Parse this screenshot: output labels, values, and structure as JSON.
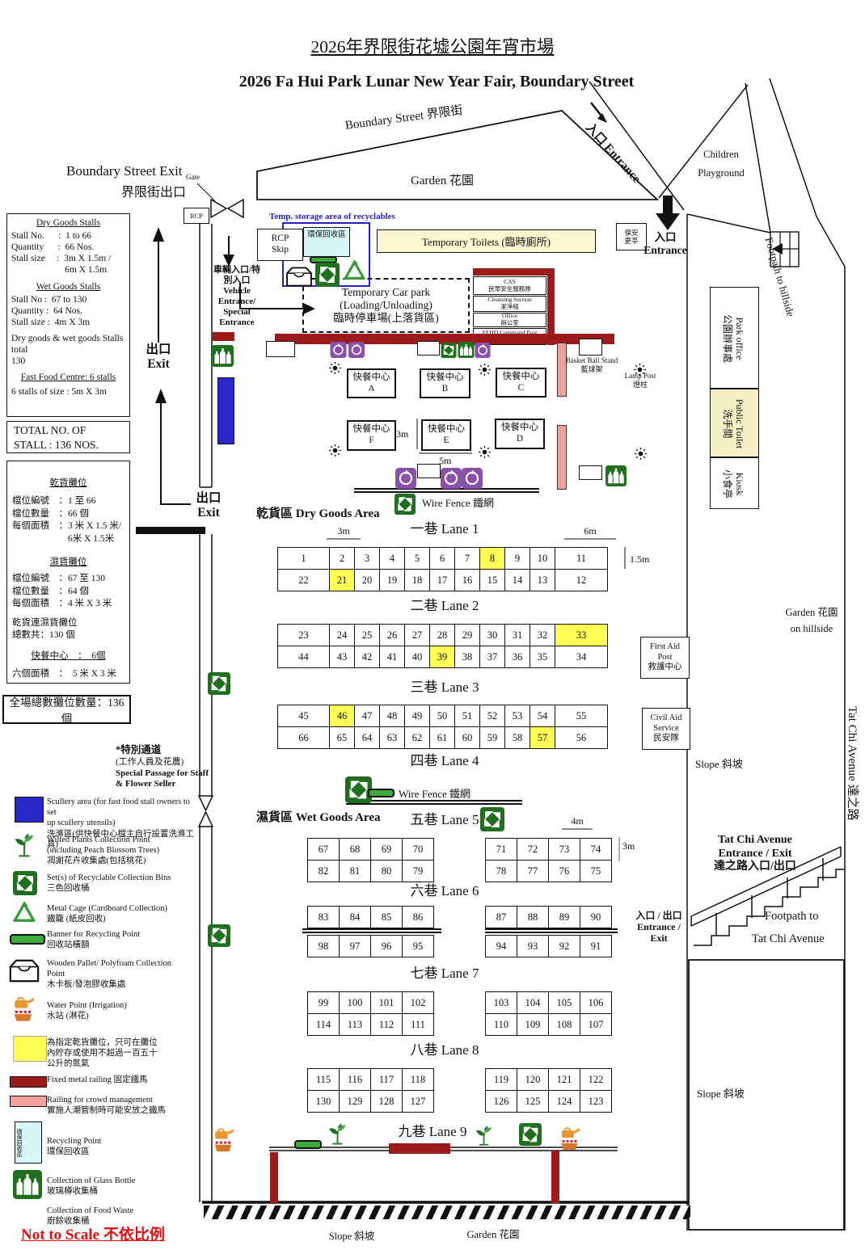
{
  "title": {
    "zh": "2026年界限街花墟公園年宵市場",
    "en": "2026 Fa Hui Park Lunar New Year Fair, Boundary Street"
  },
  "colors": {
    "maroon": "#9b1b1b",
    "pink": "#f2a09a",
    "stall_yellow": "#ffff55",
    "scullery_blue": "#2929c8",
    "blue_border": "#2222cc",
    "recycle_cyan": "#d8f8f8",
    "toilet_yellow": "#fbf6cd",
    "toilet_yellow2": "#f5f0c5",
    "icon_green": "#1f6f1f",
    "cage_green": "#3a9a3a",
    "banner_green": "#3aab3a",
    "purple": "#8a4fa8",
    "red_text": "#e01010"
  },
  "top": {
    "boundary_street": "Boundary Street 界限街",
    "garden": "Garden  花園",
    "entrance_diag": "入口 Entrance",
    "children_playground": "Children\nPlayground",
    "footpath_hillside": "Footpath to hillside",
    "boundary_exit_en": "Boundary Street Exit",
    "boundary_exit_zh": "界限街出口",
    "gate": "Gate",
    "rcp": "RCP",
    "temp_storage": "Temp. storage area of recyclables",
    "rcp_skip": "RCP\nSkip",
    "recycle_area": "環保回收區",
    "toilets": "Temporary Toilets (臨時廁所)",
    "security_booth": "保安\n更亭",
    "entrance_top": "入口\nEntrance",
    "vehicle_entrance": "車輛入口/特\n別入口\nVehicle\nEntrance/\nSpecial\nEntrance",
    "car_park": "Temporary Car park\n(Loading/Unloading)\n臨時停車場(上落貨區)",
    "cas": "CAS\n民眾安全服務隊",
    "cleansing": "Cleansing Section\n潔淨組",
    "office": "Office\n辦公室",
    "fehd": "FEHD Command Post\n食環署指揮中心",
    "basketball": "Basket Ball Stand\n藍球架",
    "lamp_post": "Lamp Post\n燈柱"
  },
  "left": {
    "exit": "出口\nExit",
    "exit2": "出口\nExit",
    "dry_title": "Dry Goods Stalls",
    "dry_body": "Stall No.      :  1 to 66\nQuantity      :  66 Nos.\nStall size     :  3m X 1.5m /\n                       6m X 1.5m",
    "wet_title": "Wet Goods Stalls",
    "wet_body": "Stall No :  67 to 130\nQuantity :  64 Nos.\nStall size :  4m X 3m",
    "mix_total": "Dry goods & wet goods Stalls total\n130",
    "ffc_title": "Fast Food Centre: 6 stalls",
    "ffc_body": "6 stalls of size : 5m X 3m",
    "total_box": "TOTAL NO. OF\nSTALL : 136 NOS.",
    "zh_dry_title": "乾貨攤位",
    "zh_dry_body": "檔位編號　：1 至 66\n檔位數量　：66 個\n每個面積　：3 米 X 1.5 米/\n　　　　　　6米 X 1.5米",
    "zh_wet_title": "濕貨攤位",
    "zh_wet_body": "檔位編號　：67 至 130\n檔位數量　：64 個\n每個面積　：4 米 X 3 米",
    "zh_mix": "乾貨連濕貨攤位\n總數共：130 個",
    "zh_ffc_title": "快餐中心　：　6個",
    "zh_ffc_body": "六個面積　：　5 米 X 3 米",
    "grand_total": "全場總數攤位數量：136 個",
    "sp_l1": "*特別通道",
    "sp_l2": "(工作人員及花農)",
    "sp_l3": "Special Passage for Staff\n& Flower Seller"
  },
  "right": {
    "park_office": "Park office\n公園辦事處",
    "public_toilet": "Public Toilet\n洗手間",
    "kiosk": "Kiosk\n小食亭",
    "garden_hillside": "Garden  花園\non hillside",
    "first_aid": "First Aid\nPost\n救護中心",
    "civil_aid": "Civil Aid\nService\n民安隊",
    "slope": "Slope 斜坡",
    "tat_chi_vertical": "Tat Chi Avenue 達之路",
    "tat_chi_entrance": "Tat Chi Avenue\nEntrance / Exit\n達之路入口/出口",
    "entrance_exit": "入口 / 出口\nEntrance /\nExit",
    "footpath_to": "Footpath to",
    "tat_chi_name": "Tat Chi Avenue",
    "slope_bottom": "Slope 斜坡"
  },
  "areas": {
    "dry": "乾貨區 Dry Goods Area",
    "wet": "濕貨區 Wet Goods Area",
    "wire_fence1": "Wire Fence 鐵網",
    "wire_fence2": "Wire Fence 鐵網",
    "lane4": "四巷 Lane 4",
    "lane9": "九巷 Lane 9",
    "slope": "Slope 斜坡",
    "garden": "Garden  花園"
  },
  "dims": {
    "d3m": "3m",
    "d6m": "6m",
    "d15m": "1.5m",
    "ff3m": "3m",
    "ff5m": "5m",
    "w4m": "4m",
    "w3m": "3m"
  },
  "fastfood": {
    "prefix": "快餐中心",
    "letters": [
      "A",
      "B",
      "C",
      "D",
      "E",
      "F"
    ]
  },
  "dry_lanes": [
    {
      "title": "一巷 Lane 1",
      "top_row": [
        "1",
        "2",
        "3",
        "4",
        "5",
        "6",
        "7",
        "8",
        "9",
        "10",
        "11"
      ],
      "bottom_row": [
        "22",
        "21",
        "20",
        "19",
        "18",
        "17",
        "16",
        "15",
        "14",
        "13",
        "12"
      ],
      "yellow": [
        "8",
        "21"
      ]
    },
    {
      "title": "二巷 Lane 2",
      "top_row": [
        "23",
        "24",
        "25",
        "26",
        "27",
        "28",
        "29",
        "30",
        "31",
        "32",
        "33"
      ],
      "bottom_row": [
        "44",
        "43",
        "42",
        "41",
        "40",
        "39",
        "38",
        "37",
        "36",
        "35",
        "34"
      ],
      "yellow": [
        "33",
        "39"
      ]
    },
    {
      "title": "三巷 Lane 3",
      "top_row": [
        "45",
        "46",
        "47",
        "48",
        "49",
        "50",
        "51",
        "52",
        "53",
        "54",
        "55"
      ],
      "bottom_row": [
        "66",
        "65",
        "64",
        "63",
        "62",
        "61",
        "60",
        "59",
        "58",
        "57",
        "56"
      ],
      "yellow": [
        "46",
        "57"
      ]
    }
  ],
  "wet_lanes": [
    {
      "title": "五巷 Lane 5",
      "fence": false,
      "left": [
        [
          "67",
          "68",
          "69",
          "70"
        ],
        [
          "82",
          "81",
          "80",
          "79"
        ]
      ],
      "right": [
        [
          "71",
          "72",
          "73",
          "74"
        ],
        [
          "78",
          "77",
          "76",
          "75"
        ]
      ]
    },
    {
      "title": "六巷 Lane 6",
      "fence": true,
      "left": [
        [
          "83",
          "84",
          "85",
          "86"
        ],
        [
          "98",
          "97",
          "96",
          "95"
        ]
      ],
      "right": [
        [
          "87",
          "88",
          "89",
          "90"
        ],
        [
          "94",
          "93",
          "92",
          "91"
        ]
      ]
    },
    {
      "title": "七巷 Lane 7",
      "fence": false,
      "left": [
        [
          "99",
          "100",
          "101",
          "102"
        ],
        [
          "114",
          "113",
          "112",
          "111"
        ]
      ],
      "right": [
        [
          "103",
          "104",
          "105",
          "106"
        ],
        [
          "110",
          "109",
          "108",
          "107"
        ]
      ]
    },
    {
      "title": "八巷 Lane 8",
      "fence": false,
      "left": [
        [
          "115",
          "116",
          "117",
          "118"
        ],
        [
          "130",
          "129",
          "128",
          "127"
        ]
      ],
      "right": [
        [
          "119",
          "120",
          "121",
          "122"
        ],
        [
          "126",
          "125",
          "124",
          "123"
        ]
      ]
    }
  ],
  "legend": {
    "items": [
      {
        "icon": "scullery",
        "text": "Scullery area (for fast food stall owners to set\nup scullery utensils)\n洗滌區(供快餐中心檔主自行設置洗滌工具)"
      },
      {
        "icon": "plant",
        "text": "Wilted Plants Collection Point\n(including Peach Blossom Trees)\n凋謝花卉收集處(包括桃花)"
      },
      {
        "icon": "recycle",
        "text": "Set(s) of Recyclable Collection Bins\n三色回收桶"
      },
      {
        "icon": "cage",
        "text": "Metal Cage (Cardboard Collection)\n鐵籠 (紙皮回收)"
      },
      {
        "icon": "banner",
        "text": "Banner for Recycling Point\n回收站橫額"
      },
      {
        "icon": "pallet",
        "text": "Wooden Pallet/ Polyfoam Collection\nPoint\n木卡板/發泡膠收集處"
      },
      {
        "icon": "water",
        "text": "Water Point (Irrigation)\n水站 (淋花)"
      },
      {
        "icon": "yellow",
        "text": "為指定乾貨攤位，只可在攤位\n內貯存或使用不超過一百五十\n公升的氮氣"
      },
      {
        "icon": "redbar",
        "text": "Fixed metal railing 固定鐵馬"
      },
      {
        "icon": "pinkbar",
        "text": "Railing for crowd management\n實施人潮管制時可能安放之鐵馬"
      },
      {
        "icon": "cyanbox",
        "text": "Recycling Point\n環保回收區"
      },
      {
        "icon": "glass",
        "text": "Collection of Glass Bottle\n玻璃樽收集桶"
      },
      {
        "icon": "foodwaste",
        "text": "Collection of Food Waste\n廚餘收集桶"
      }
    ],
    "not_to_scale": "Not to Scale 不依比例"
  }
}
